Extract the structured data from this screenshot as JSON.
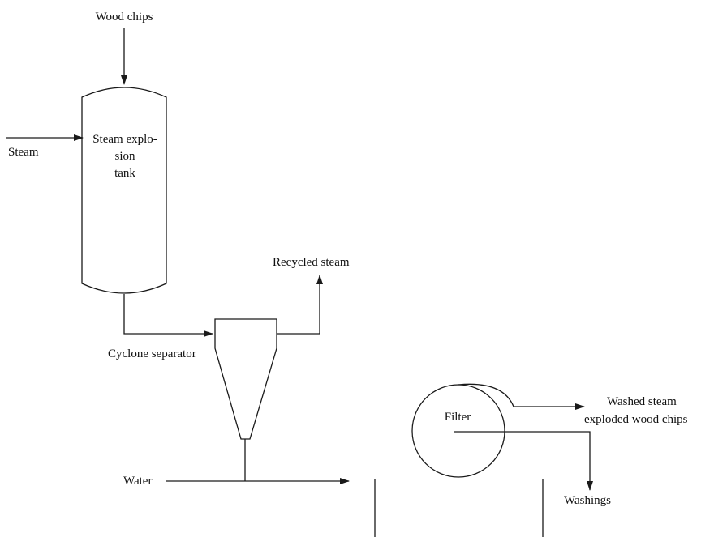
{
  "labels": {
    "wood_chips": "Wood chips",
    "steam": "Steam",
    "tank_line1": "Steam explo-",
    "tank_line2": "sion",
    "tank_line3": "tank",
    "recycled_steam": "Recycled steam",
    "cyclone_separator": "Cyclone separator",
    "water": "Water",
    "filter": "Filter",
    "washed_line1": "Washed steam",
    "washed_line2": "exploded wood chips",
    "washings": "Washings"
  },
  "colors": {
    "line": "#1a1a1a",
    "text": "#111111",
    "background": "#ffffff"
  }
}
